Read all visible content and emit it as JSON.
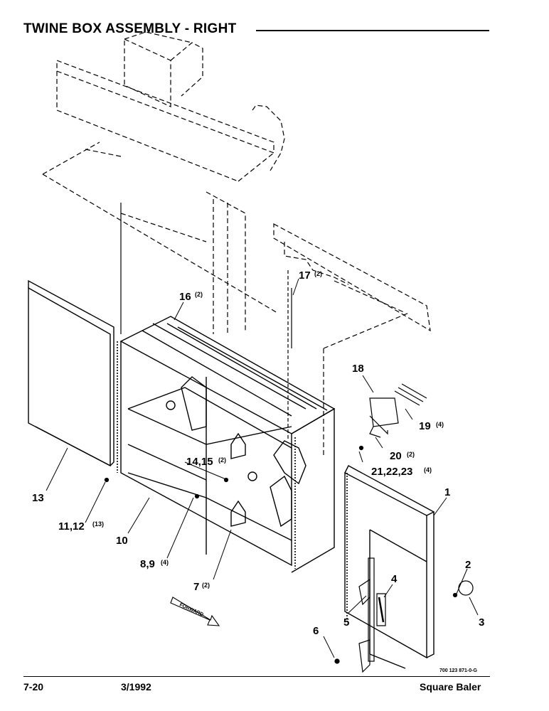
{
  "header": {
    "title": "TWINE BOX ASSEMBLY - RIGHT"
  },
  "footer": {
    "page": "7-20",
    "date": "3/1992",
    "product": "Square Baler",
    "part_number": "700 123 871-0-G"
  },
  "direction_label": "FORWARD",
  "callouts": [
    {
      "id": "c16",
      "label": "16",
      "qty": "(2)"
    },
    {
      "id": "c17",
      "label": "17",
      "qty": "(2)"
    },
    {
      "id": "c18",
      "label": "18",
      "qty": ""
    },
    {
      "id": "c19",
      "label": "19",
      "qty": "(4)"
    },
    {
      "id": "c20",
      "label": "20",
      "qty": "(2)"
    },
    {
      "id": "c21",
      "label": "21,22,23",
      "qty": "(4)"
    },
    {
      "id": "c14",
      "label": "14,15",
      "qty": "(2)"
    },
    {
      "id": "c13",
      "label": "13",
      "qty": ""
    },
    {
      "id": "c11",
      "label": "11,12",
      "qty": "(13)"
    },
    {
      "id": "c10",
      "label": "10",
      "qty": ""
    },
    {
      "id": "c8",
      "label": "8,9",
      "qty": "(4)"
    },
    {
      "id": "c7",
      "label": "7",
      "qty": "(2)"
    },
    {
      "id": "c1",
      "label": "1",
      "qty": ""
    },
    {
      "id": "c2",
      "label": "2",
      "qty": ""
    },
    {
      "id": "c3",
      "label": "3",
      "qty": ""
    },
    {
      "id": "c4",
      "label": "4",
      "qty": ""
    },
    {
      "id": "c5",
      "label": "5",
      "qty": ""
    },
    {
      "id": "c6",
      "label": "6",
      "qty": ""
    }
  ]
}
